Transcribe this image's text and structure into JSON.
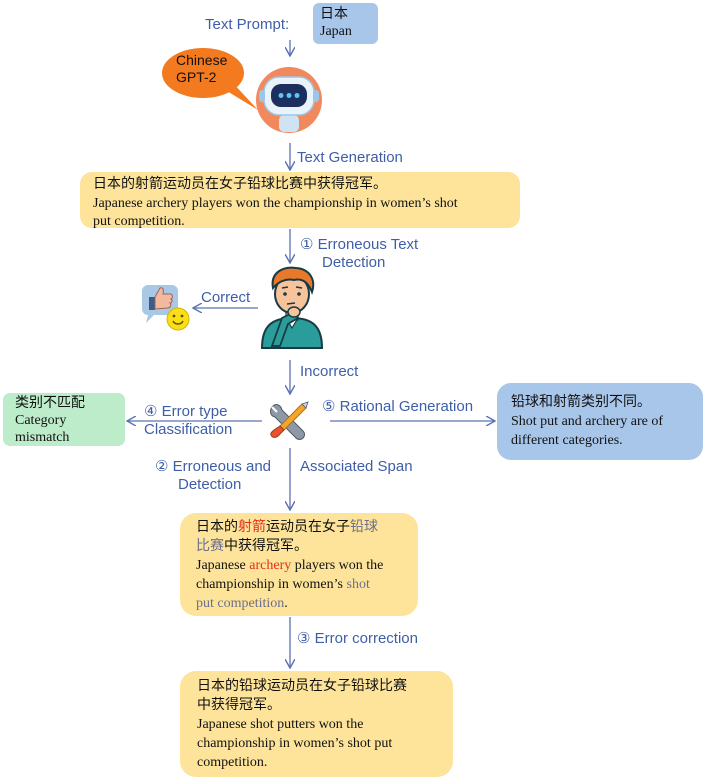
{
  "prompt": {
    "label": "Text Prompt:",
    "cn": "日本",
    "en": "Japan"
  },
  "model": {
    "line1": "Chinese",
    "line2": "GPT-2"
  },
  "steps": {
    "text_generation": "Text Generation",
    "detection_line1": "① Erroneous Text",
    "detection_line2": "Detection",
    "correct": "Correct",
    "incorrect": "Incorrect",
    "classification_line1": "④ Error type",
    "classification_line2": "Classification",
    "rational": "⑤ Rational Generation",
    "span_line1": "② Erroneous and",
    "span_line1b": "Associated Span",
    "span_line2": "Detection",
    "correction": "③ Error correction"
  },
  "generated": {
    "cn": "日本的射箭运动员在女子铅球比赛中获得冠军。",
    "en_line1": "Japanese archery players won the championship in women’s shot",
    "en_line2": "put competition."
  },
  "category": {
    "cn": "类别不匹配",
    "en_line1": "Category",
    "en_line2": "mismatch"
  },
  "rationale": {
    "cn": "铅球和射箭类别不同。",
    "en_line1": "Shot put and archery are of",
    "en_line2": "different categories."
  },
  "highlighted": {
    "cn_a": "日本的",
    "cn_err": "射箭",
    "cn_b": "运动员在女子",
    "cn_span1": "铅球",
    "cn_span2": "比赛",
    "cn_c": "中获得冠军。",
    "en_a": "Japanese ",
    "en_err": "archery",
    "en_b": " players won the",
    "en_c": "championship in women’s ",
    "en_span1": "shot",
    "en_span2": "put competition",
    "en_d": "."
  },
  "corrected": {
    "cn_line1": "日本的铅球运动员在女子铅球比赛",
    "cn_line2": "中获得冠军。",
    "en_line1": "Japanese shot putters won the",
    "en_line2": "championship in women’s shot put",
    "en_line3": "competition."
  },
  "colors": {
    "arrow": "#5a70b5",
    "label_text": "#3f5ea8",
    "yellow_box": "#fde49a",
    "blue_box": "#a8c6ea",
    "green_box": "#bdeccb",
    "orange_bubble": "#f47a1f",
    "error_red": "#e0301e",
    "span_gray": "#6b6f8e"
  },
  "icons": [
    "robot-icon",
    "thinking-person-icon",
    "thumbs-up-emoji-icon",
    "tools-icon"
  ]
}
